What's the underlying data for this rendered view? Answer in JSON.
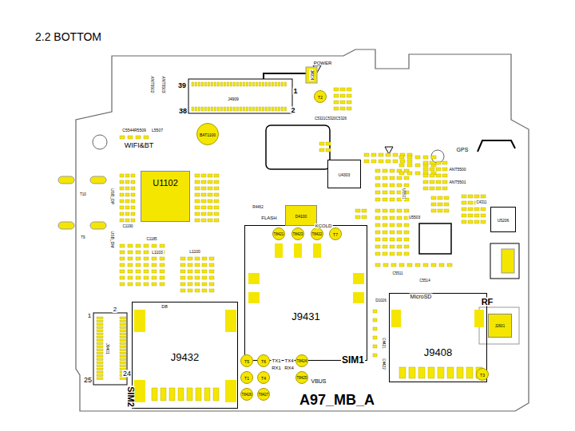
{
  "diagram": {
    "title": "2.2 BOTTOM",
    "nodes": [
      {
        "text": [
          "J9432"
        ]
      },
      {
        "text": [
          "J9431"
        ]
      },
      {
        "text": [
          "J9408"
        ]
      },
      {
        "text": [
          "U1102"
        ]
      },
      {
        "text": [
          "U4303"
        ]
      },
      {
        "text": [
          "U5206"
        ]
      },
      {
        "text": [
          "D4100"
        ]
      },
      {
        "text": [
          "J2601"
        ]
      },
      {
        "text": [
          "BAT1100"
        ]
      },
      {
        "text": [
          "T2"
        ]
      },
      {
        "text": [
          "T8421"
        ]
      },
      {
        "text": [
          "T8423"
        ]
      },
      {
        "text": [
          "T8422"
        ]
      },
      {
        "text": [
          "T7"
        ]
      },
      {
        "text": [
          "T5"
        ]
      },
      {
        "text": [
          "T6"
        ]
      },
      {
        "text": [
          "T8424"
        ]
      },
      {
        "text": [
          "T1"
        ]
      },
      {
        "text": [
          "T4"
        ]
      },
      {
        "text": [
          "T8425"
        ]
      },
      {
        "text": [
          "T8426"
        ]
      },
      {
        "text": [
          "T8427"
        ]
      },
      {
        "text": [
          "T3"
        ]
      }
    ],
    "edges": [],
    "labels": [
      "ANT5502",
      "ANT5503",
      "39",
      "38",
      "J4909",
      "1",
      "2",
      "POWER",
      "J4914",
      "C5321C5320C5326",
      "C5544R5509",
      "L5507",
      "WIFI&BT",
      "USB_DP",
      "USB_DM",
      "T10",
      "T9",
      "L1103",
      "L1100",
      "C1190",
      "C1185",
      "GPS",
      "ANT5500",
      "ANT5501",
      "U5501",
      "U5503",
      "FLASH",
      "KCOLD",
      "R4462",
      "MicroSD",
      "RF",
      "J9401",
      "1",
      "2",
      "24",
      "25",
      "SIM2",
      "SIM1",
      "TX1",
      "TX4",
      "RX1",
      "RX4",
      "VBUS",
      "A97_MB_A",
      "D1026",
      "C4421",
      "C4422",
      "C5511",
      "C5514",
      "C4311",
      "D8"
    ]
  }
}
